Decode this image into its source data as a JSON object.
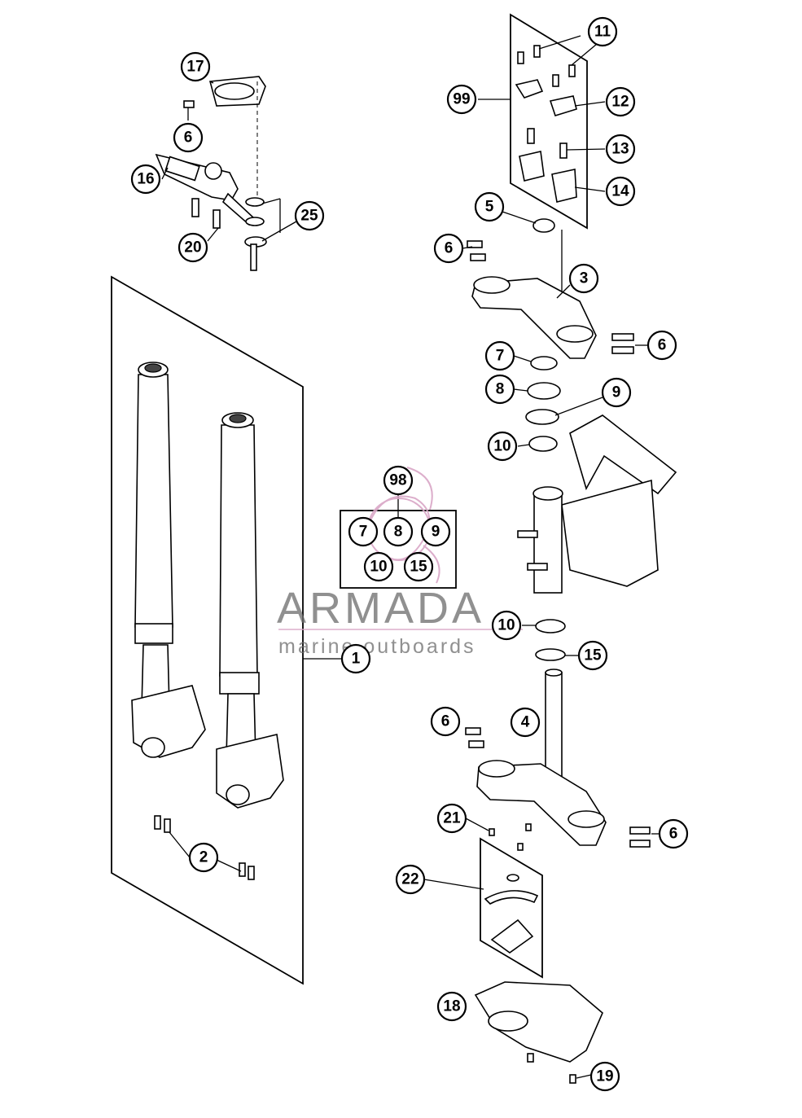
{
  "watermark": {
    "brand": "ARMADA",
    "tagline": "marine outboards",
    "accent_color": "#d9a6c6",
    "text_color": "#6f6f6f"
  },
  "kit_box_labels": [
    "98",
    "7",
    "8",
    "9",
    "10",
    "15"
  ],
  "callouts": [
    "1",
    "2",
    "3",
    "4",
    "5",
    "6",
    "7",
    "8",
    "9",
    "10",
    "11",
    "12",
    "13",
    "14",
    "15",
    "16",
    "17",
    "18",
    "19",
    "20",
    "21",
    "22",
    "25",
    "99"
  ]
}
